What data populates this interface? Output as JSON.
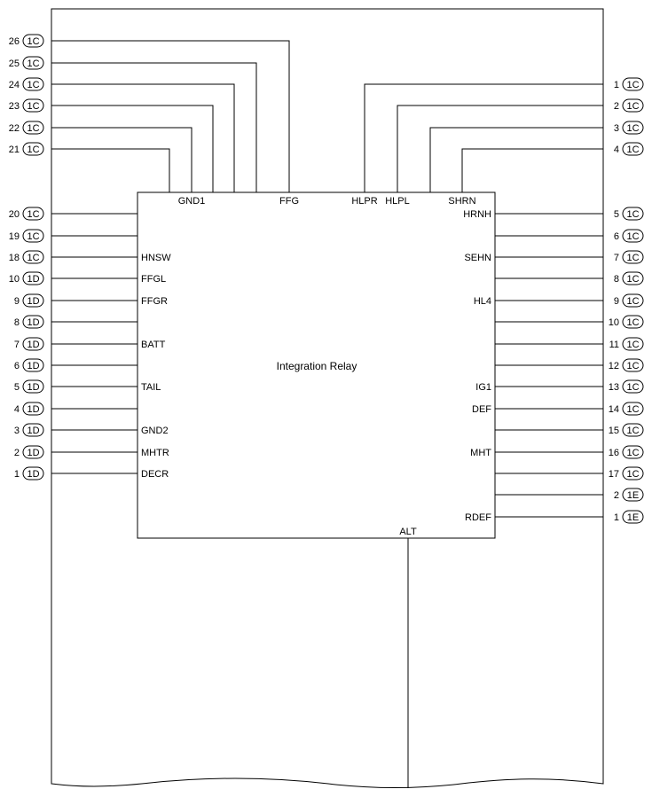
{
  "component": {
    "name": "Integration Relay",
    "top_pins": [
      "GND1",
      "FFG",
      "HLPR",
      "HLPL",
      "SHRN"
    ],
    "bottom_pins": [
      "ALT"
    ],
    "left_pins": [
      "HNSW",
      "FFGL",
      "FFGR",
      "BATT",
      "TAIL",
      "GND2",
      "MHTR",
      "DECR"
    ],
    "right_pins": [
      "HRNH",
      "SEHN",
      "HL4",
      "IG1",
      "DEF",
      "MHT",
      "RDEF"
    ]
  },
  "left_wires": [
    {
      "num": "26",
      "conn": "1C"
    },
    {
      "num": "25",
      "conn": "1C"
    },
    {
      "num": "24",
      "conn": "1C"
    },
    {
      "num": "23",
      "conn": "1C"
    },
    {
      "num": "22",
      "conn": "1C"
    },
    {
      "num": "21",
      "conn": "1C"
    },
    {
      "num": "20",
      "conn": "1C"
    },
    {
      "num": "19",
      "conn": "1C"
    },
    {
      "num": "18",
      "conn": "1C"
    },
    {
      "num": "10",
      "conn": "1D"
    },
    {
      "num": "9",
      "conn": "1D"
    },
    {
      "num": "8",
      "conn": "1D"
    },
    {
      "num": "7",
      "conn": "1D"
    },
    {
      "num": "6",
      "conn": "1D"
    },
    {
      "num": "5",
      "conn": "1D"
    },
    {
      "num": "4",
      "conn": "1D"
    },
    {
      "num": "3",
      "conn": "1D"
    },
    {
      "num": "2",
      "conn": "1D"
    },
    {
      "num": "1",
      "conn": "1D"
    }
  ],
  "right_wires": [
    {
      "num": "1",
      "conn": "1C"
    },
    {
      "num": "2",
      "conn": "1C"
    },
    {
      "num": "3",
      "conn": "1C"
    },
    {
      "num": "4",
      "conn": "1C"
    },
    {
      "num": "5",
      "conn": "1C"
    },
    {
      "num": "6",
      "conn": "1C"
    },
    {
      "num": "7",
      "conn": "1C"
    },
    {
      "num": "8",
      "conn": "1C"
    },
    {
      "num": "9",
      "conn": "1C"
    },
    {
      "num": "10",
      "conn": "1C"
    },
    {
      "num": "11",
      "conn": "1C"
    },
    {
      "num": "12",
      "conn": "1C"
    },
    {
      "num": "13",
      "conn": "1C"
    },
    {
      "num": "14",
      "conn": "1C"
    },
    {
      "num": "15",
      "conn": "1C"
    },
    {
      "num": "16",
      "conn": "1C"
    },
    {
      "num": "17",
      "conn": "1C"
    },
    {
      "num": "2",
      "conn": "1E"
    },
    {
      "num": "1",
      "conn": "1E"
    }
  ]
}
